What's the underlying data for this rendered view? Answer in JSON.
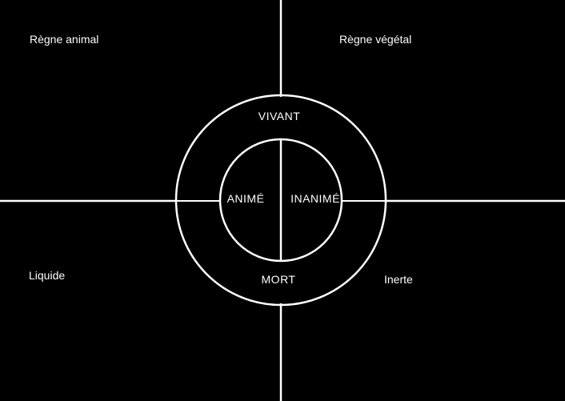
{
  "colors": {
    "background": "#000000",
    "stroke": "#ffffff",
    "text": "#ffffff"
  },
  "quadrants": {
    "top_left": "Règne animal",
    "top_right": "Règne végétal",
    "bottom_left": "Liquide",
    "bottom_right": "Inerte"
  },
  "outer_ring": {
    "top": "VIVANT",
    "bottom": "MORT"
  },
  "inner_circle": {
    "left": "ANIMÉ",
    "right": "INANIMÉ"
  }
}
